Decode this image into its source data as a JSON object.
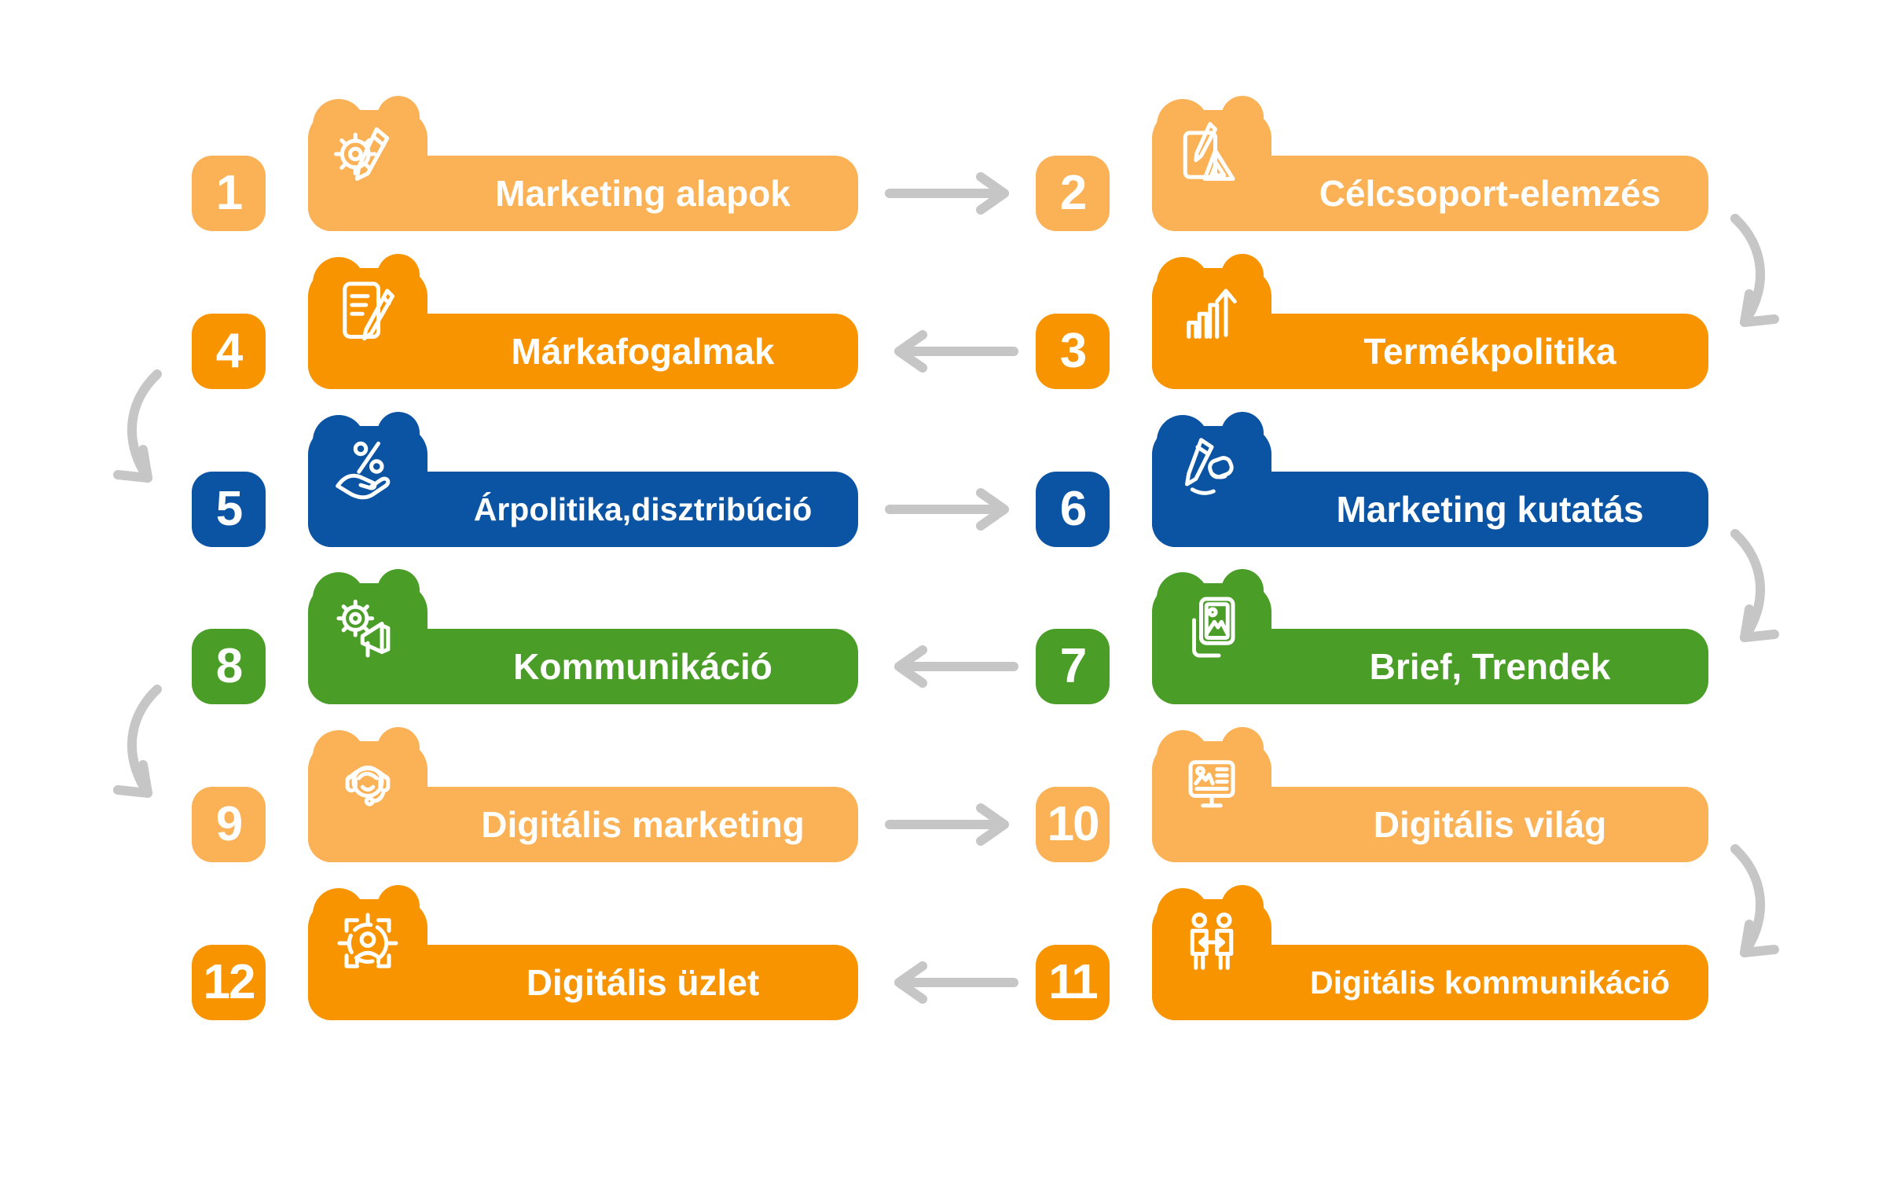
{
  "diagram_title": "",
  "colors": {
    "light_orange": "#FBB155",
    "orange": "#F89400",
    "blue": "#0B53A3",
    "green": "#4A9E27",
    "arrow_gray": "#C6C6C6",
    "text": "#FFFFFF",
    "background": "#FFFFFF"
  },
  "steps": [
    {
      "number": "1",
      "label": "Marketing alapok",
      "icon": "gear-pencil-icon",
      "color": "light_orange",
      "row": 1,
      "column": "left"
    },
    {
      "number": "2",
      "label": "Célcsoport-elemzés",
      "icon": "blueprint-ruler-icon",
      "color": "light_orange",
      "row": 1,
      "column": "right"
    },
    {
      "number": "3",
      "label": "Termékpolitika",
      "icon": "growth-chart-icon",
      "color": "orange",
      "row": 2,
      "column": "right"
    },
    {
      "number": "4",
      "label": "Márkafogalmak",
      "icon": "document-pen-icon",
      "color": "orange",
      "row": 2,
      "column": "left"
    },
    {
      "number": "5",
      "label": "Árpolitika,disztribúció",
      "icon": "hand-percent-icon",
      "color": "blue",
      "row": 3,
      "column": "left"
    },
    {
      "number": "6",
      "label": "Marketing kutatás",
      "icon": "writing-hand-icon",
      "color": "blue",
      "row": 3,
      "column": "right"
    },
    {
      "number": "7",
      "label": "Brief, Trendek",
      "icon": "photo-stack-icon",
      "color": "green",
      "row": 4,
      "column": "right"
    },
    {
      "number": "8",
      "label": "Kommunikáció",
      "icon": "gear-megaphone-icon",
      "color": "green",
      "row": 4,
      "column": "left"
    },
    {
      "number": "9",
      "label": "Digitális marketing",
      "icon": "headset-agent-icon",
      "color": "light_orange",
      "row": 5,
      "column": "left"
    },
    {
      "number": "10",
      "label": "Digitális világ",
      "icon": "monitor-content-icon",
      "color": "light_orange",
      "row": 5,
      "column": "right"
    },
    {
      "number": "11",
      "label": "Digitális kommunikáció",
      "icon": "people-exchange-icon",
      "color": "orange",
      "row": 6,
      "column": "right"
    },
    {
      "number": "12",
      "label": "Digitális üzlet",
      "icon": "person-target-icon",
      "color": "orange",
      "row": 6,
      "column": "left"
    }
  ],
  "connections": {
    "horizontal": [
      {
        "from": "1",
        "to": "2",
        "direction": "right"
      },
      {
        "from": "3",
        "to": "4",
        "direction": "left"
      },
      {
        "from": "5",
        "to": "6",
        "direction": "right"
      },
      {
        "from": "7",
        "to": "8",
        "direction": "left"
      },
      {
        "from": "9",
        "to": "10",
        "direction": "right"
      },
      {
        "from": "11",
        "to": "12",
        "direction": "left"
      }
    ],
    "curved": [
      {
        "from": "2",
        "to": "3",
        "side": "right"
      },
      {
        "from": "4",
        "to": "5",
        "side": "left"
      },
      {
        "from": "6",
        "to": "7",
        "side": "right"
      },
      {
        "from": "8",
        "to": "9",
        "side": "left"
      },
      {
        "from": "10",
        "to": "11",
        "side": "right"
      }
    ]
  }
}
